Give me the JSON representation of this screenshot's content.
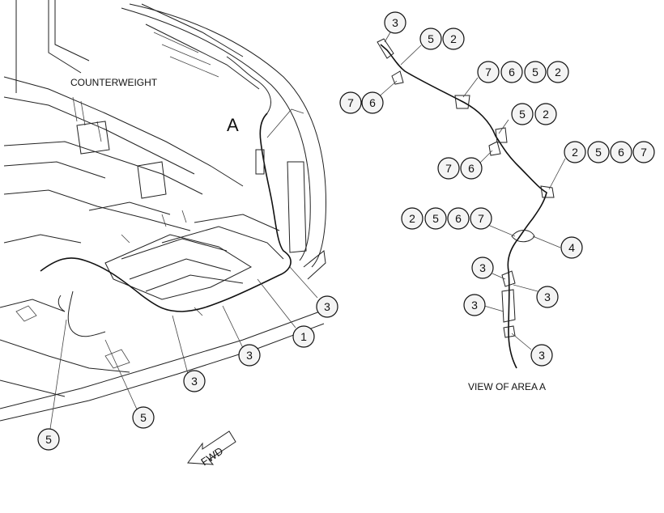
{
  "labels": {
    "counterweight": "COUNTERWEIGHT",
    "area_marker": "A",
    "view_title": "VIEW OF AREA A",
    "fwd": "FWD"
  },
  "callouts_main": [
    "3",
    "1",
    "3",
    "3",
    "5",
    "5"
  ],
  "callouts_detail": {
    "connector": [
      "3",
      "5",
      "2"
    ],
    "clip_left_1": [
      "7",
      "6"
    ],
    "clip_row_1": [
      "7",
      "6",
      "5",
      "2"
    ],
    "clip_mid": [
      "5",
      "2"
    ],
    "clip_left_2": [
      "7",
      "6"
    ],
    "clip_right": [
      "2",
      "5",
      "6",
      "7"
    ],
    "clip_lower": [
      "2",
      "5",
      "6",
      "7"
    ],
    "grommet": [
      "4"
    ],
    "lower_clips": [
      "3",
      "3",
      "3",
      "3"
    ]
  }
}
